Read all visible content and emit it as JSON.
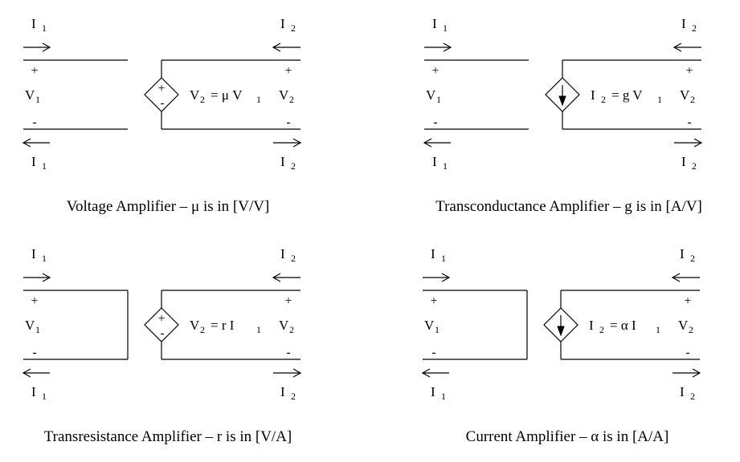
{
  "labels": {
    "in_current": "I",
    "in_current_sub": "1",
    "out_current": "I",
    "out_current_sub": "2",
    "in_voltage": "V",
    "in_voltage_sub": "1",
    "out_voltage": "V",
    "out_voltage_sub": "2",
    "plus": "+",
    "minus": "-"
  },
  "amplifiers": [
    {
      "source": "voltage",
      "input": "open",
      "eq": {
        "lhs": "V",
        "lhs_sub": "2",
        "mid": "= μ V",
        "mid_sub": "1"
      },
      "caption": "Voltage Amplifier – μ is in [V/V]"
    },
    {
      "source": "current",
      "input": "open",
      "eq": {
        "lhs": "I",
        "lhs_sub": "2",
        "mid": "= g V",
        "mid_sub": "1"
      },
      "caption": "Transconductance Amplifier – g is in [A/V]"
    },
    {
      "source": "voltage",
      "input": "closed",
      "eq": {
        "lhs": "V",
        "lhs_sub": "2",
        "mid": "= r I",
        "mid_sub": "1"
      },
      "caption": "Transresistance Amplifier – r is in [V/A]"
    },
    {
      "source": "current",
      "input": "closed",
      "eq": {
        "lhs": "I",
        "lhs_sub": "2",
        "mid": "= α I",
        "mid_sub": "1"
      },
      "caption": "Current Amplifier – α is in [A/A]"
    }
  ]
}
